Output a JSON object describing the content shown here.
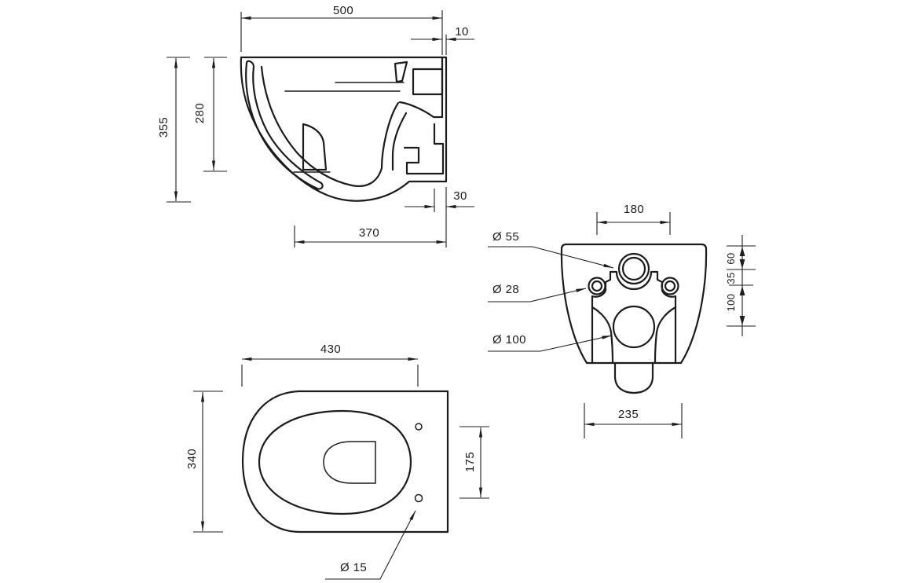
{
  "side_view": {
    "overall_depth": "500",
    "wall_lip": "10",
    "overall_height": "355",
    "rim_height": "280",
    "outlet_offset": "30",
    "lower_depth": "370"
  },
  "rear_view": {
    "fixing_spacing": "180",
    "base_width": "235",
    "flush_hole": "Ø 55",
    "fixing_hole": "Ø 28",
    "waste_hole": "Ø 100",
    "top_to_flush": "60",
    "flush_to_fixing": "35",
    "fixing_to_waste": "100"
  },
  "plan_view": {
    "front_to_seat_holes": "430",
    "overall_width": "340",
    "seat_hole_spacing": "175",
    "seat_hole": "Ø 15"
  },
  "colors": {
    "line": "#1c1c1c",
    "background": "#ffffff"
  }
}
